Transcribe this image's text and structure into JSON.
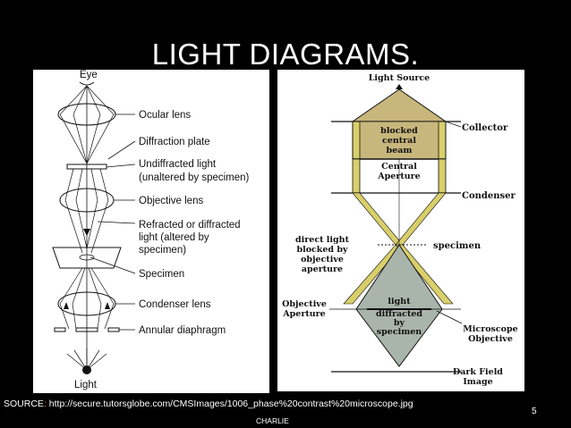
{
  "slide": {
    "title": "LIGHT DIAGRAMS.",
    "source_label": "SOURCE",
    "source_sep": ":",
    "source_url": "http://secure.tutorsglobe.com/CMSImages/1006_phase%20contrast%20microscope.jpg",
    "author": "CHARLIE",
    "page_number": "5"
  },
  "left_diagram": {
    "top_label": "Eye",
    "bottom_label": "Light",
    "labels": {
      "ocular": "Ocular lens",
      "diffraction": "Diffraction plate",
      "undiffracted_1": "Undiffracted light",
      "undiffracted_2": "(unaltered by specimen)",
      "objective": "Objective lens",
      "refracted_1": "Refracted or diffracted",
      "refracted_2": "light (altered by",
      "refracted_3": "specimen)",
      "specimen": "Specimen",
      "condenser": "Condenser lens",
      "annular": "Annular diaphragm"
    }
  },
  "right_diagram": {
    "light_source": "Light Source",
    "blocked_1": "blocked",
    "blocked_2": "central",
    "blocked_3": "beam",
    "central_1": "Central",
    "central_2": "Aperture",
    "collector": "Collector",
    "condenser": "Condenser",
    "direct_1": "direct light",
    "direct_2": "blocked by",
    "direct_3": "objective",
    "direct_4": "aperture",
    "specimen": "specimen",
    "objective_ap_1": "Objective",
    "objective_ap_2": "Aperture",
    "diffracted_1": "light",
    "diffracted_2": "diffracted",
    "diffracted_3": "by",
    "diffracted_4": "specimen",
    "micro_obj_1": "Microscope",
    "micro_obj_2": "Objective",
    "dark_field_1": "Dark Field",
    "dark_field_2": "Image"
  },
  "colors": {
    "tan": "#c8b77c",
    "yellow": "#d9cf6a",
    "grey_fill": "#a9b5aa"
  }
}
